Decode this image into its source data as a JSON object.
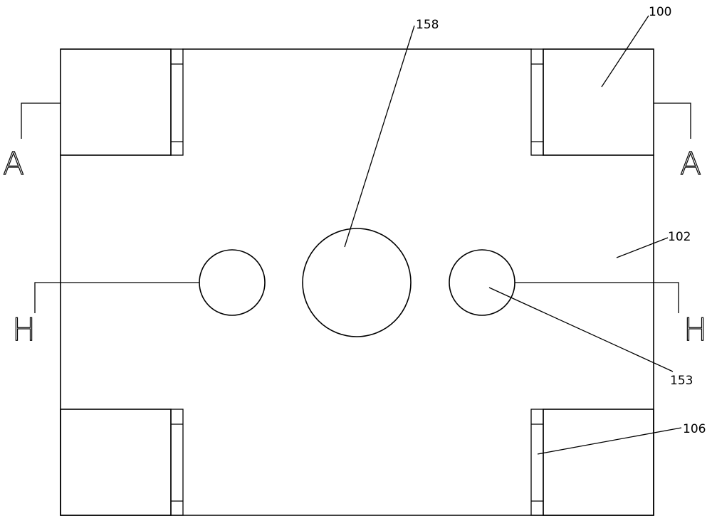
{
  "figure": {
    "reference_labels": {
      "label_100": "100",
      "label_102": "102",
      "label_106": "106",
      "label_153": "153",
      "label_158": "158"
    },
    "section_marks": {
      "section_a_left": "A",
      "section_a_right": "A",
      "section_h_left": "H",
      "section_h_right": "H"
    },
    "line_color": "#000000",
    "background_color": "#ffffff"
  }
}
